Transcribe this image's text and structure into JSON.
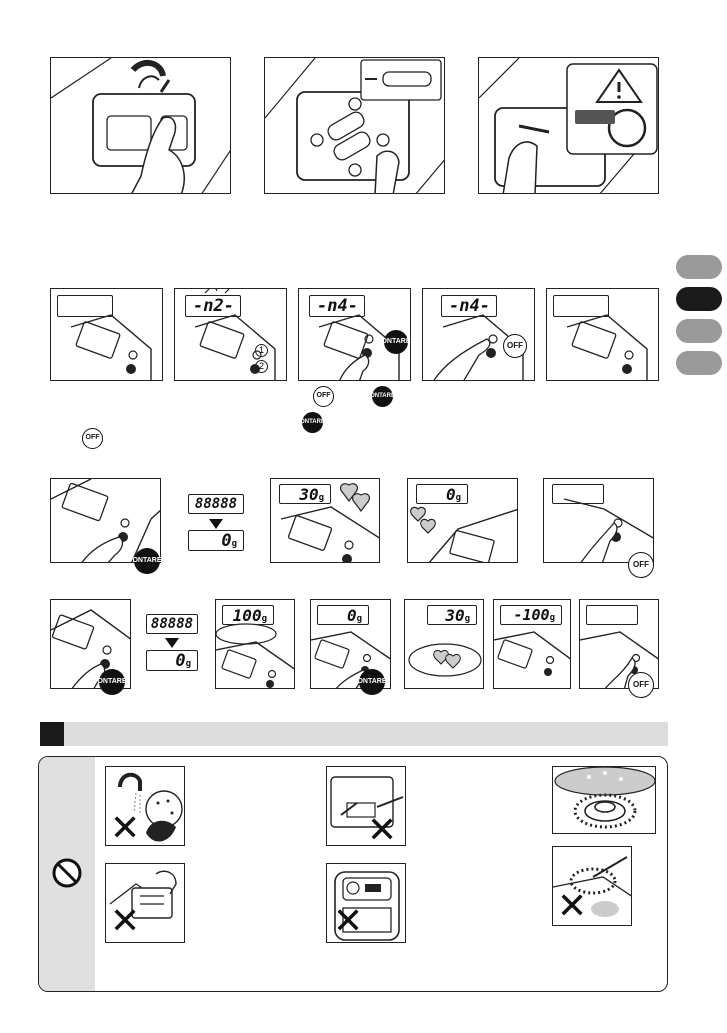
{
  "lang_tabs": [
    "",
    "",
    "",
    ""
  ],
  "active_tab": 1,
  "lcd_values": {
    "step2": "-n2-",
    "step3": "-n4-",
    "step4": "-n4-",
    "seg1": "88888",
    "seg1_after": "0",
    "weigh": "30",
    "weigh_zero": "0",
    "seg2": "88888",
    "seg2_after": "0",
    "tare100": "100",
    "tare_zero": "0",
    "tare_add": "30",
    "tare_neg": "-100"
  },
  "unit": "g",
  "buttons": {
    "on_tare_top": "ON",
    "on_tare_bottom": "TARE",
    "off": "OFF"
  },
  "circled_numbers": [
    "1",
    "2"
  ],
  "prohibition_symbol": "no-symbol-icon"
}
